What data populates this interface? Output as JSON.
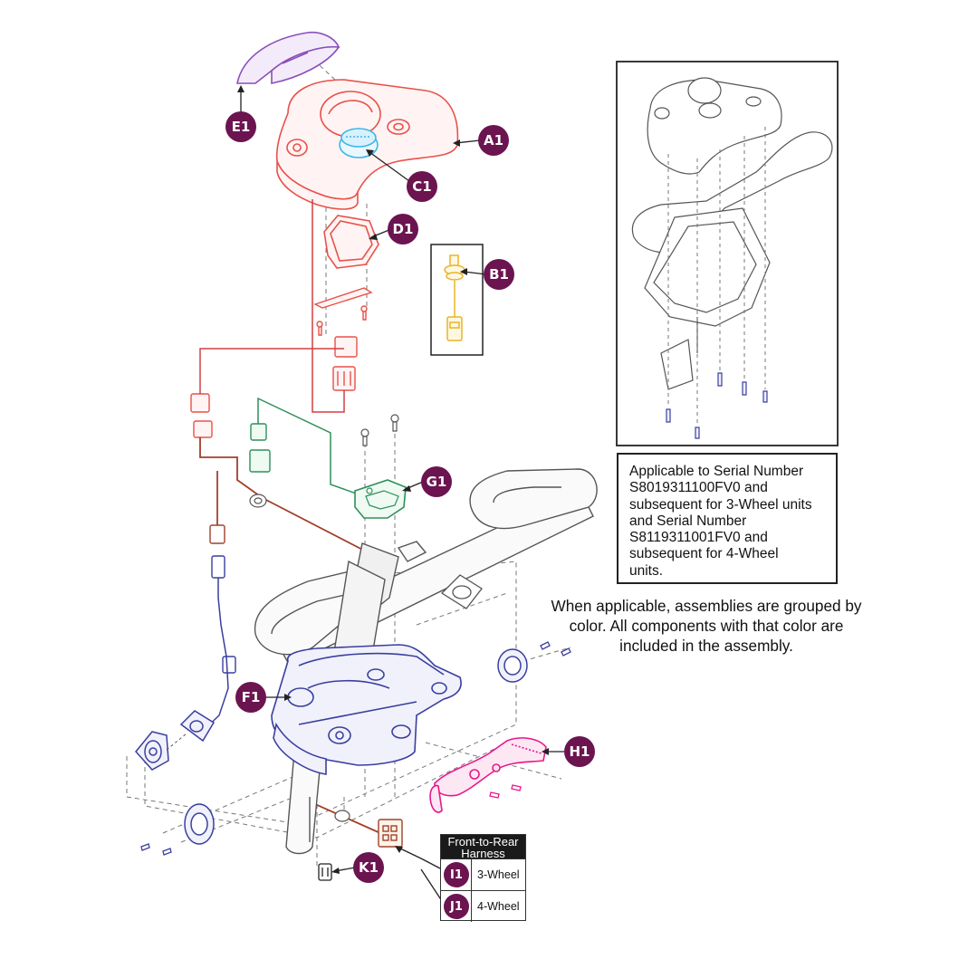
{
  "callouts": {
    "e1": "E1",
    "a1": "A1",
    "c1": "C1",
    "d1": "D1",
    "b1": "B1",
    "g1": "G1",
    "f1": "F1",
    "h1": "H1",
    "k1": "K1"
  },
  "info_box": {
    "text": "Applicable to Serial Number\nS8019311100FV0 and\nsubsequent for 3-Wheel units\nand Serial Number\nS8119311001FV0 and\nsubsequent for 4-Wheel\nunits."
  },
  "note": {
    "text": "When applicable, assemblies are grouped by color. All components with that color are included in the assembly."
  },
  "legend": {
    "title": "Front-to-Rear\nHarness",
    "rows": [
      {
        "code": "I1",
        "label": "3-Wheel"
      },
      {
        "code": "J1",
        "label": "4-Wheel"
      }
    ]
  },
  "colors": {
    "callout_fill": "#6b1450",
    "assembly_a1": "#e8514a",
    "assembly_c1": "#3bb6e6",
    "assembly_e1": "#8a4fb8",
    "assembly_b1": "#e8b428",
    "assembly_g1": "#2f8f5a",
    "assembly_f1": "#3a3f9e",
    "assembly_h1": "#e8178a",
    "harness_red": "#d04040",
    "harness_brown": "#a0402a",
    "line_gray": "#555555"
  }
}
